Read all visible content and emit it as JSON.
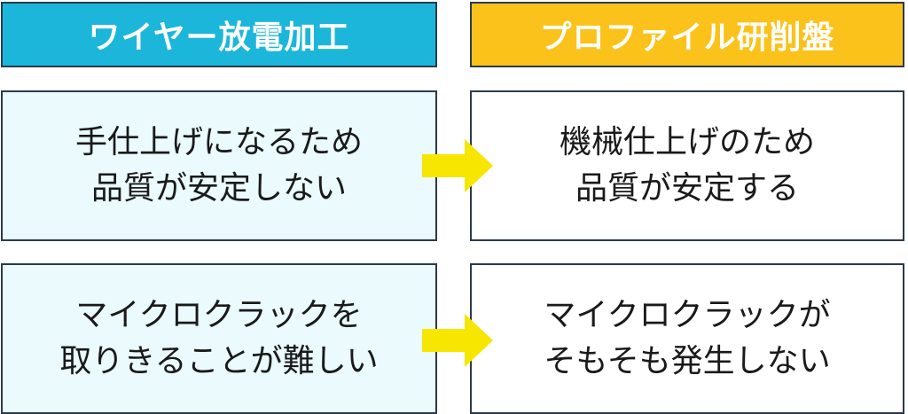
{
  "headers": {
    "left": "ワイヤー放電加工",
    "right": "プロファイル研削盤"
  },
  "rows": [
    {
      "left": [
        "手仕上げになるため",
        "品質が安定しない"
      ],
      "right": [
        "機械仕上げのため",
        "品質が安定する"
      ]
    },
    {
      "left": [
        "マイクロクラックを",
        "取りきることが難しい"
      ],
      "right": [
        "マイクロクラックが",
        "そもそも発生しない"
      ]
    }
  ],
  "colors": {
    "header_left": "#1cb6da",
    "header_right": "#fbc21b",
    "cell_left": "#eafafd",
    "cell_right": "#ffffff",
    "border": "#2b3a4a",
    "arrow": "#f6e600"
  }
}
